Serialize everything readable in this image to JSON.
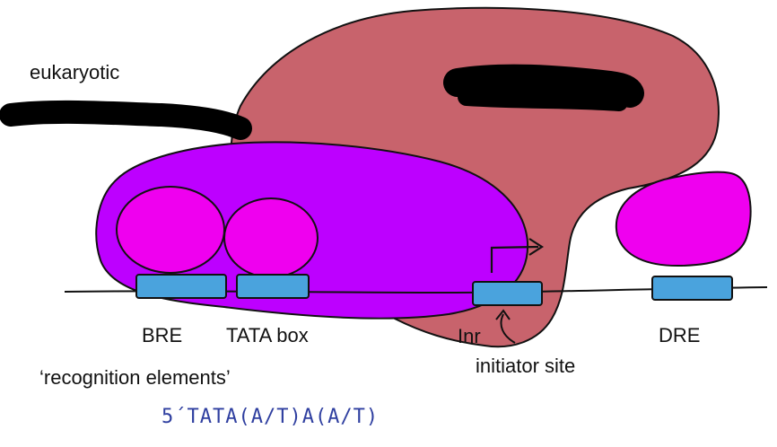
{
  "labels": {
    "eukaryotic": "eukaryotic",
    "bre": "BRE",
    "tata_box": "TATA box",
    "inr": "Inr",
    "dre": "DRE",
    "recognition_elements": "‘recognition elements’",
    "initiator_site": "initiator site"
  },
  "sequence": "5´TATA(A/T)A(A/T)",
  "colors": {
    "large_complex": "#c8636c",
    "tfiid_body": "#bd00ff",
    "subunit": "#ef00ef",
    "dna_element": "#4aa3dd",
    "redaction": "#000000",
    "sequence_text": "#2f3fa0"
  }
}
